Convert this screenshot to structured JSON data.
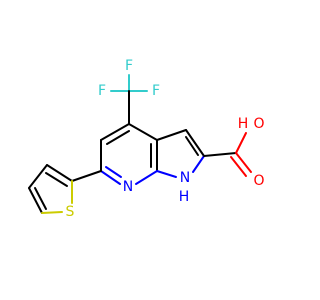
{
  "molecule": {
    "atoms": {
      "f_top": "F",
      "f_left": "F",
      "f_right": "F",
      "o_hydroxyl": "O",
      "h_hydroxyl": "H",
      "o_carbonyl": "O",
      "n_pyridine": "N",
      "n_pyrrole": "N",
      "h_pyrrole": "H",
      "s_thiophene": "S"
    },
    "colors": {
      "carbon": "#000000",
      "fluorine": "#33CCCC",
      "oxygen": "#FF0000",
      "nitrogen": "#0000FF",
      "sulfur": "#CCCC00"
    }
  }
}
